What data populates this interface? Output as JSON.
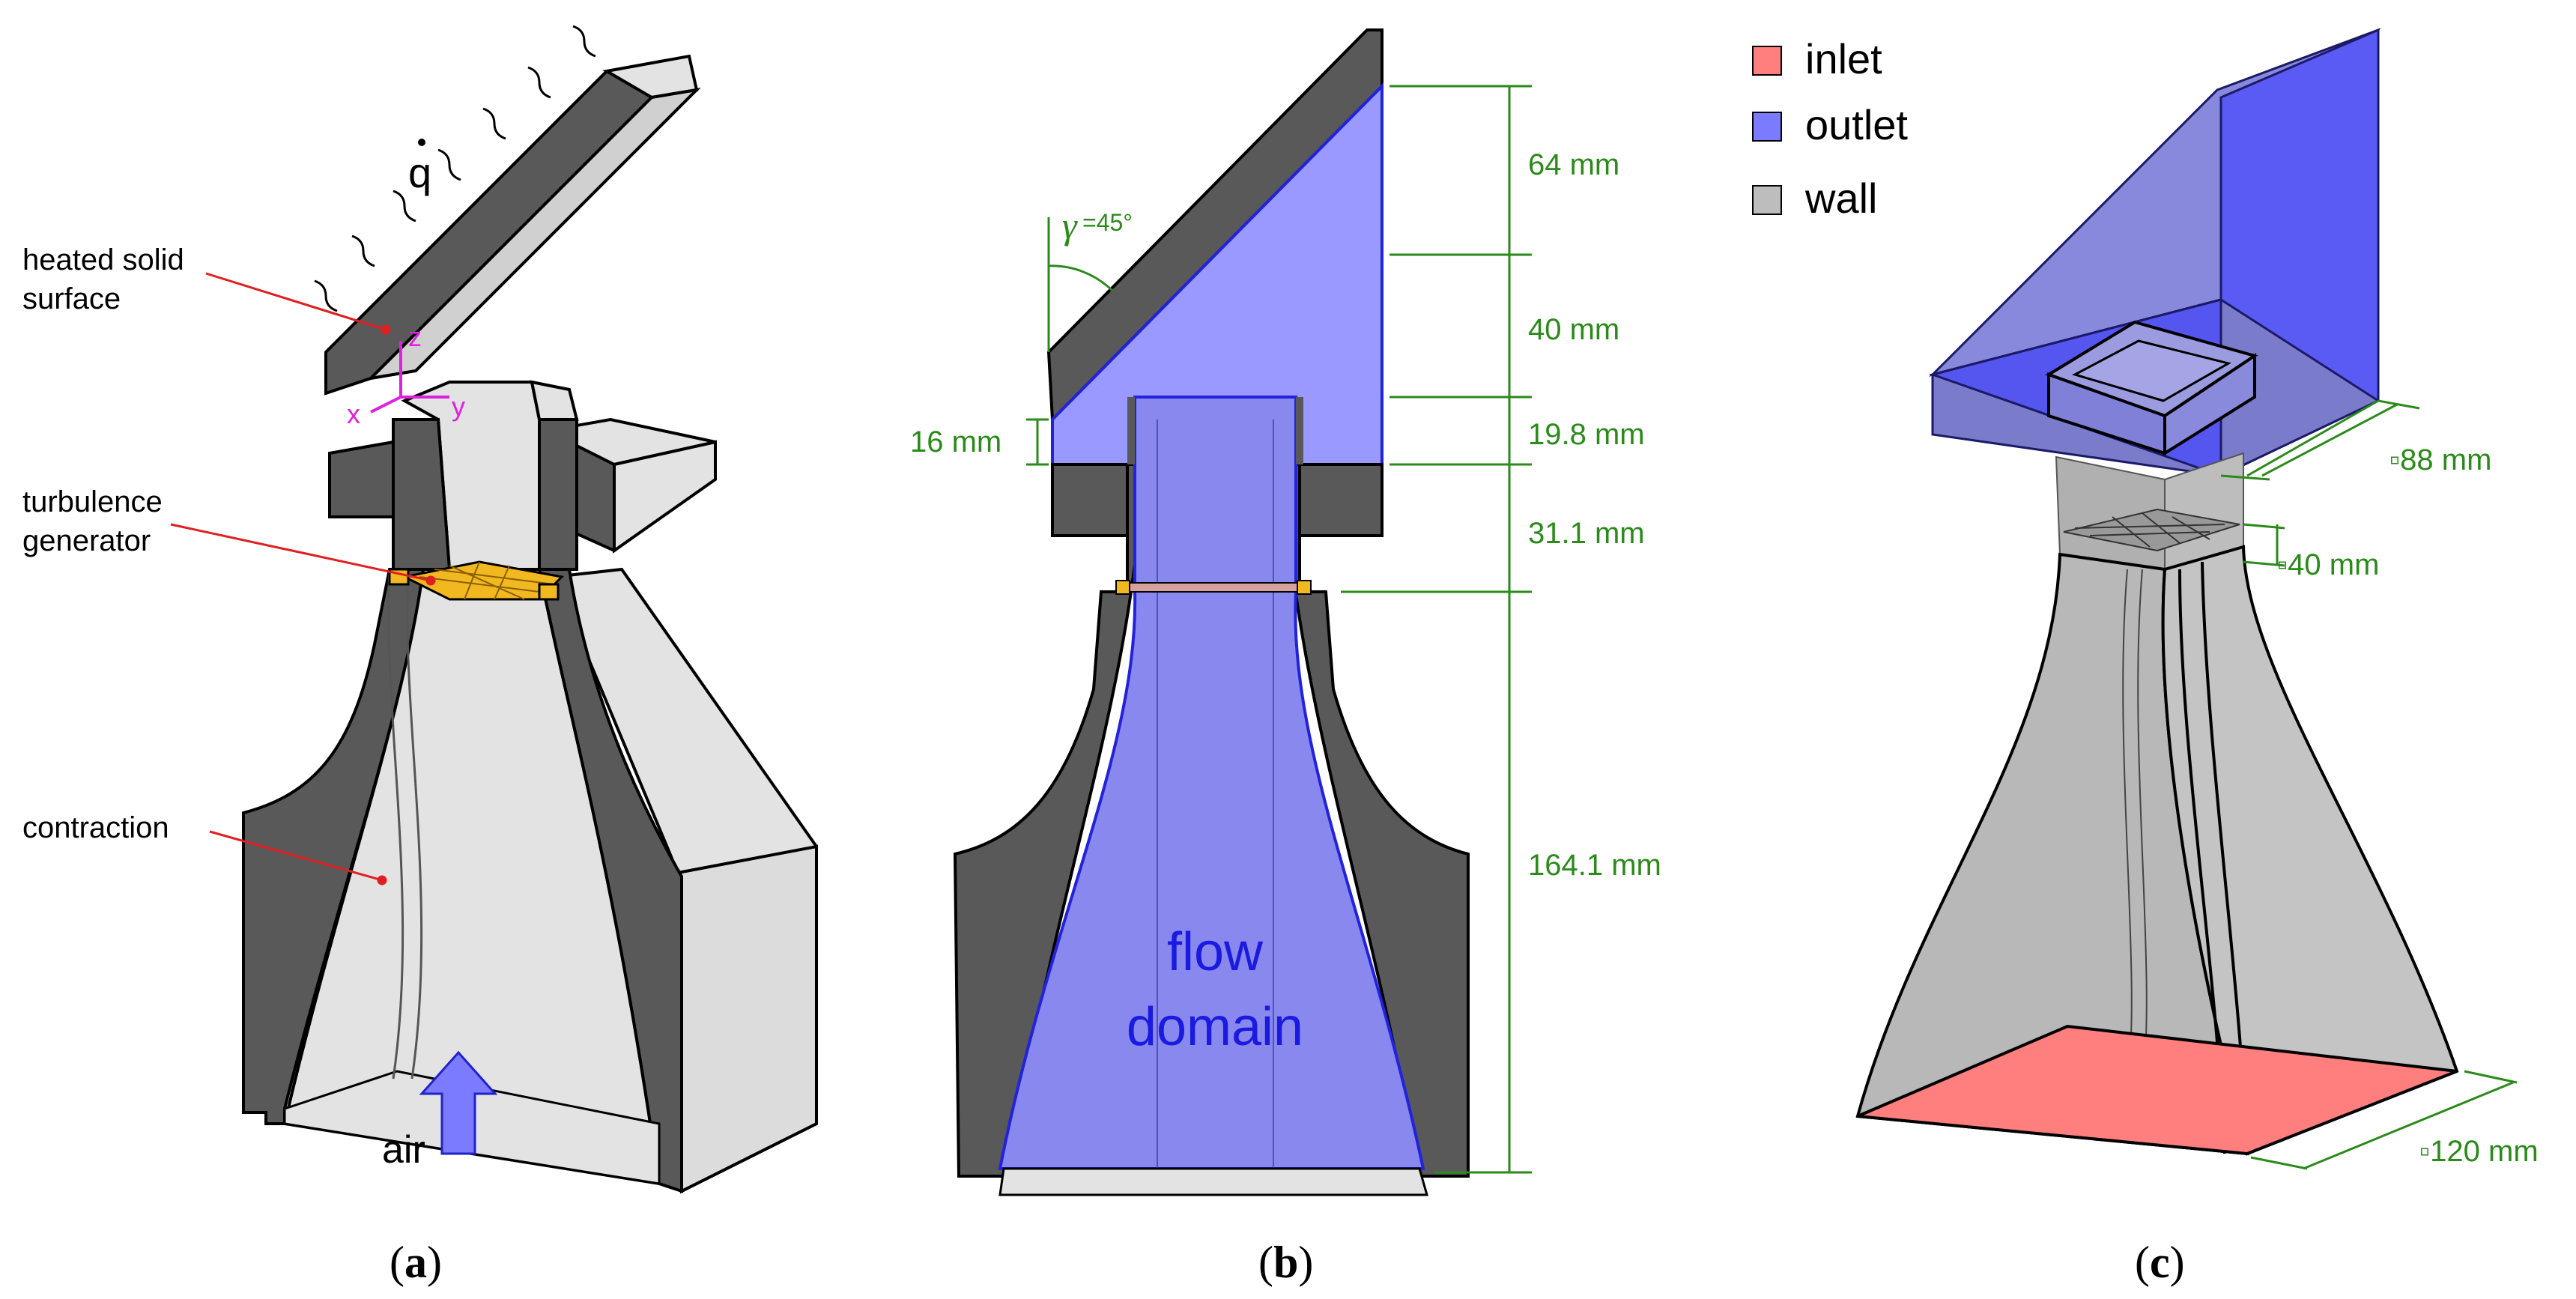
{
  "panel_a": {
    "caption_letter": "a",
    "heated_label_1": "heated solid",
    "heated_label_2": "surface",
    "q_label": "q",
    "turb_label_1": "turbulence",
    "turb_label_2": "generator",
    "contraction_label": "contraction",
    "air_label": "air",
    "axis_x": "x",
    "axis_y": "y",
    "axis_z": "z"
  },
  "panel_b": {
    "caption_letter": "b",
    "angle_symbol": "γ",
    "angle_value": "=45°",
    "dim_left": "16 mm",
    "dims": [
      "64 mm",
      "40 mm",
      "19.8 mm",
      "31.1 mm",
      "164.1 mm"
    ],
    "flow_label_1": "flow",
    "flow_label_2": "domain"
  },
  "panel_c": {
    "caption_letter": "c",
    "legend": [
      {
        "label": "inlet",
        "color": "#ff7f7f"
      },
      {
        "label": "outlet",
        "color": "#7b7bff"
      },
      {
        "label": "wall",
        "color": "#bdbdbd"
      }
    ],
    "dims": [
      "▫88 mm",
      "▫40 mm",
      "▫120 mm"
    ]
  },
  "colors": {
    "solid_dark": "#595959",
    "solid_light": "#e3e3e3",
    "flow_blue": "#8888ee",
    "outlet_blue": "#6464f5",
    "dim_green": "#2a8a1a",
    "annotation_red": "#e02020",
    "axis_magenta": "#e020e0",
    "turb_yellow": "#f2b820"
  }
}
